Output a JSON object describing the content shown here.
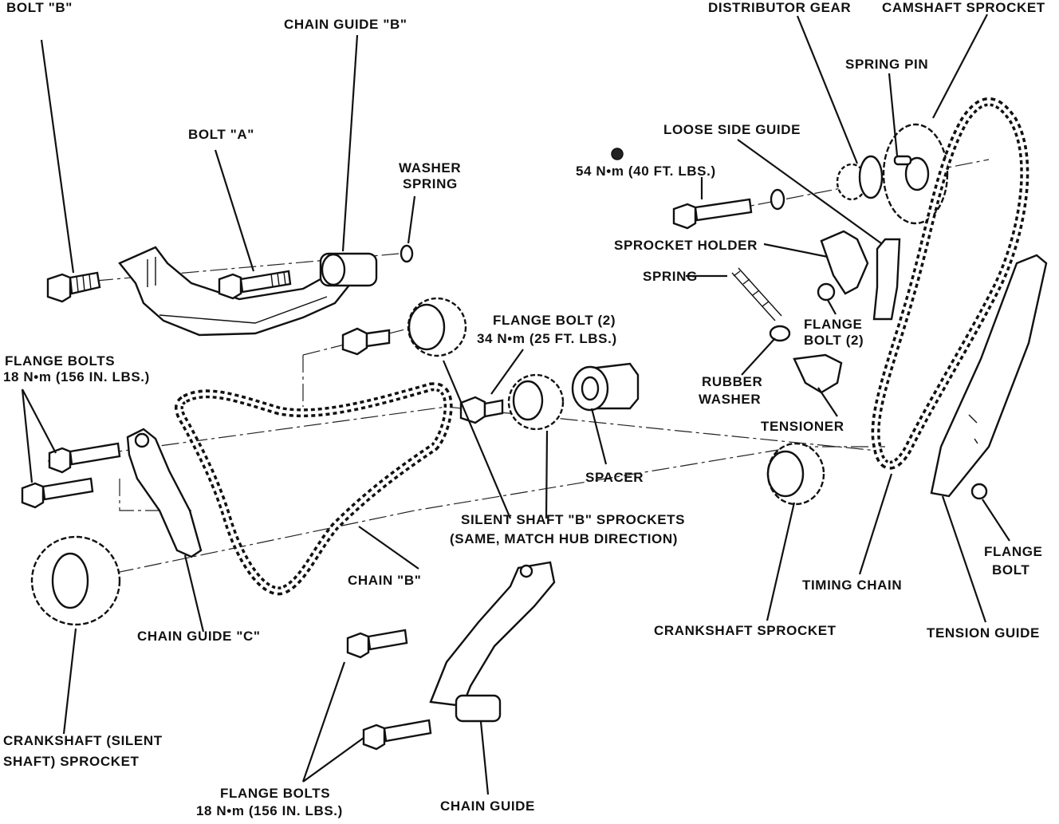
{
  "labels": {
    "bolt_b": "BOLT \"B\"",
    "chain_guide_b": "CHAIN GUIDE \"B\"",
    "bolt_a": "BOLT \"A\"",
    "washer_spring_1": "WASHER",
    "washer_spring_2": "SPRING",
    "flange_bolts_top_1": "FLANGE BOLTS",
    "flange_bolts_top_2": "18 N•m (156 IN. LBS.)",
    "flange_bolt_mid_1": "FLANGE BOLT (2)",
    "flange_bolt_mid_2": "34 N•m (25 FT. LBS.)",
    "spacer": "SPACER",
    "silent_shaft_1": "SILENT SHAFT \"B\" SPROCKETS",
    "silent_shaft_2": "(SAME, MATCH HUB DIRECTION)",
    "chain_b": "CHAIN \"B\"",
    "chain_guide_c": "CHAIN GUIDE \"C\"",
    "crankshaft_silent_1": "CRANKSHAFT (SILENT",
    "crankshaft_silent_2": "SHAFT) SPROCKET",
    "flange_bolts_bottom_1": "FLANGE BOLTS",
    "flange_bolts_bottom_2": "18 N•m (156 IN. LBS.)",
    "chain_guide": "CHAIN GUIDE",
    "distributor_gear": "DISTRIBUTOR GEAR",
    "camshaft_sprocket": "CAMSHAFT SPROCKET",
    "spring_pin": "SPRING PIN",
    "loose_side_guide": "LOOSE SIDE GUIDE",
    "torque_54": "54 N•m (40 FT. LBS.)",
    "sprocket_holder": "SPROCKET HOLDER",
    "spring": "SPRING",
    "flange_bolt_2_1": "FLANGE",
    "flange_bolt_2_2": "BOLT (2)",
    "rubber_washer_1": "RUBBER",
    "rubber_washer_2": "WASHER",
    "tensioner": "TENSIONER",
    "crankshaft_sprocket": "CRANKSHAFT SPROCKET",
    "timing_chain": "TIMING CHAIN",
    "flange_bolt_right_1": "FLANGE",
    "flange_bolt_right_2": "BOLT",
    "tension_guide": "TENSION GUIDE"
  }
}
